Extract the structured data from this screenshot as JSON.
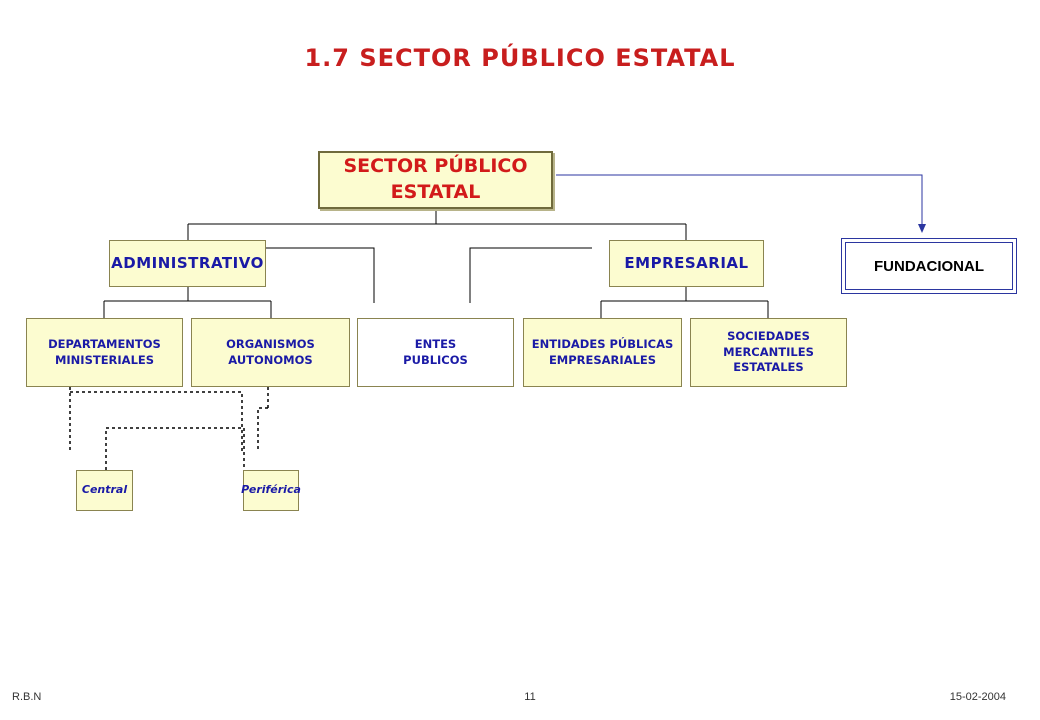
{
  "title": "1.7 SECTOR PÚBLICO ESTATAL",
  "colors": {
    "title": "#c81e1e",
    "box_text": "#1a1aa6",
    "box_fill": "#fcfcd0",
    "connector": "#000000",
    "arrow": "#2b36a0"
  },
  "diagram": {
    "root": "SECTOR PÚBLICO ESTATAL",
    "administrativo": "ADMINISTRATIVO",
    "empresarial": "EMPRESARIAL",
    "fundacional": "FUNDACIONAL",
    "departamentos": [
      "DEPARTAMENTOS",
      "MINISTERIALES"
    ],
    "organismos": [
      "ORGANISMOS",
      "AUTONOMOS"
    ],
    "entes": [
      "ENTES",
      "PUBLICOS"
    ],
    "entidades": [
      "ENTIDADES PÚBLICAS",
      "EMPRESARIALES"
    ],
    "sociedades": [
      "SOCIEDADES MERCANTILES",
      "ESTATALES"
    ],
    "central": "Central",
    "periferica": "Periférica"
  },
  "footer": {
    "author": "R.B.N",
    "page": "11",
    "date": "15-02-2004"
  }
}
